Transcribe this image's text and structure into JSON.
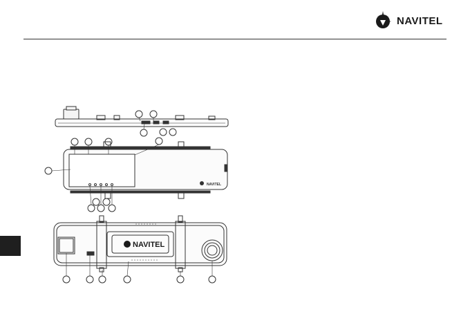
{
  "brand": {
    "logo_text": "NAVITEL",
    "device_logo_text": "NAVITEL",
    "back_logo_text": "NAVITEL"
  },
  "colors": {
    "line": "#333333",
    "tab": "#1f1f1f",
    "background": "#ffffff"
  },
  "icons": [
    "navitel-logo-icon",
    "device-top-view",
    "device-front-view",
    "device-back-view"
  ]
}
